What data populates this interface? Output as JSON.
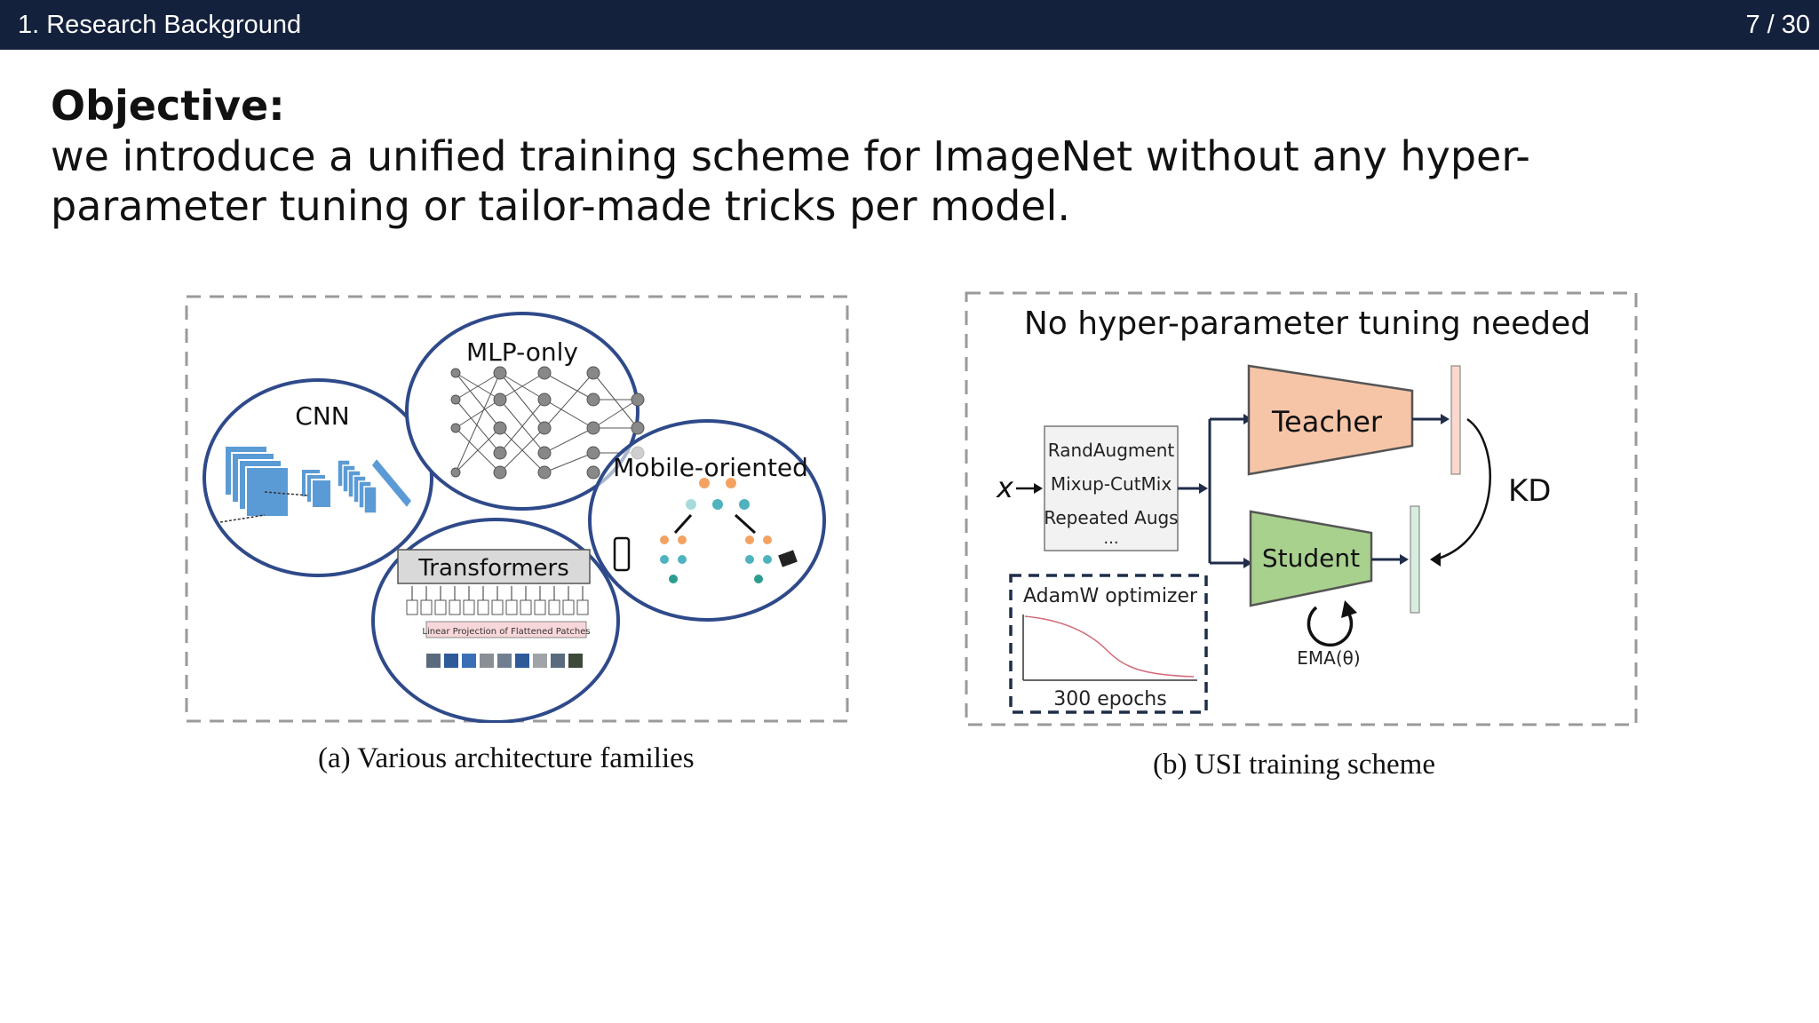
{
  "header": {
    "section": "1. Research Background",
    "page": "7 / 30"
  },
  "objective": {
    "title": "Objective:",
    "text": "we introduce a unified training scheme for ImageNet without any hyper-parameter tuning or tailor-made tricks per model."
  },
  "figure_a": {
    "caption": "(a) Various architecture families",
    "labels": {
      "cnn": "CNN",
      "mlp": "MLP-only",
      "mobile": "Mobile-oriented",
      "transformers": "Transformers",
      "linear_projection": "Linear Projection of Flattened Patches"
    }
  },
  "figure_b": {
    "caption": "(b) USI training scheme",
    "title": "No hyper-parameter tuning needed",
    "input": "x",
    "augs": [
      "RandAugment",
      "Mixup-CutMix",
      "Repeated Augs",
      "..."
    ],
    "teacher": "Teacher",
    "student": "Student",
    "kd": "KD",
    "optimizer": "AdamW optimizer",
    "epochs": "300 epochs",
    "ema": "EMA(θ)"
  },
  "colors": {
    "header_bg": "#14213d",
    "circle": "#2f4a8a",
    "teacher": "#f6c5a8",
    "student": "#a9d18e",
    "cnn_blue": "#5b9bd5"
  }
}
